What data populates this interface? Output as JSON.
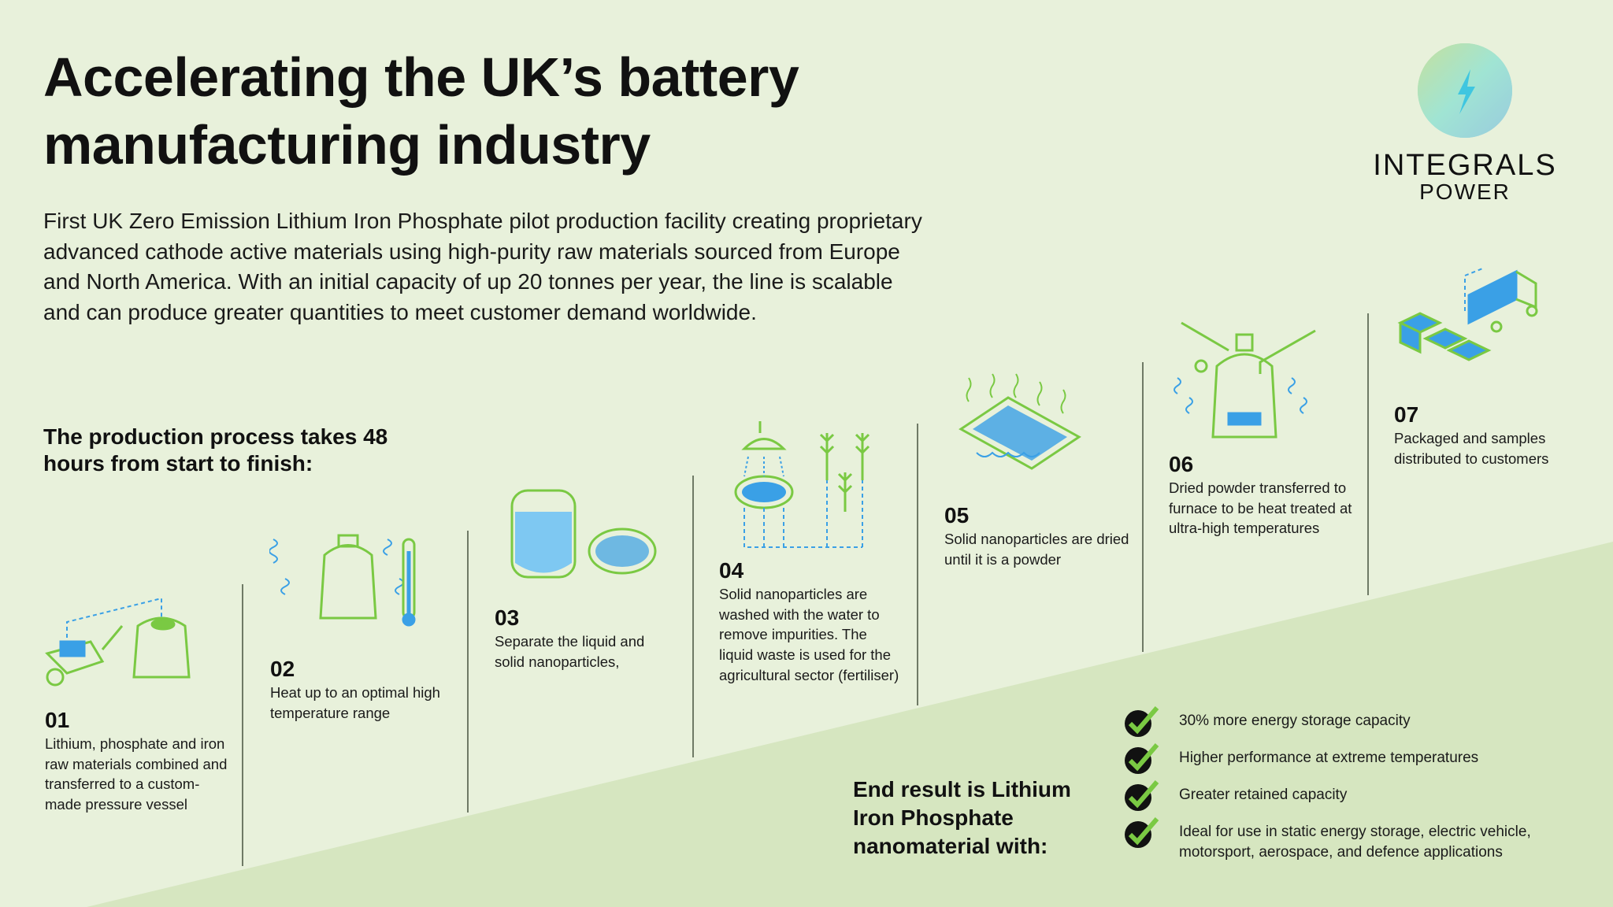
{
  "title": "Accelerating the UK’s battery manufacturing industry",
  "intro": "First UK Zero Emission Lithium Iron Phosphate pilot production facility creating proprietary advanced cathode active materials using high-purity raw materials sourced from Europe and North America. With an initial capacity of up 20 tonnes per year, the line is scalable and can produce greater quantities to meet customer demand worldwide.",
  "process_heading": "The production process takes 48 hours from start to finish:",
  "logo": {
    "line1": "INTEGRALS",
    "line2": "POWER"
  },
  "colors": {
    "background": "#e8f1db",
    "lower_band": "#d6e6c0",
    "green": "#7ac943",
    "blue": "#3aa0e6",
    "text": "#111111"
  },
  "steps": [
    {
      "number": "01",
      "description": "Lithium, phosphate and iron raw materials combined and transferred to a custom-made pressure vessel",
      "icon": "wheelbarrow-vessel-icon"
    },
    {
      "number": "02",
      "description": "Heat up to an optimal high temperature range",
      "icon": "heated-vessel-thermometer-icon"
    },
    {
      "number": "03",
      "description": "Separate the liquid and solid nanoparticles,",
      "icon": "beaker-dish-icon"
    },
    {
      "number": "04",
      "description": "Solid nanoparticles are washed with the water to remove impurities. The liquid waste is used for the agricultural sector (fertiliser)",
      "icon": "shower-wheat-icon"
    },
    {
      "number": "05",
      "description": "Solid nanoparticles are dried until it is a powder",
      "icon": "drying-tray-icon"
    },
    {
      "number": "06",
      "description": "Dried powder transferred to furnace to be heat treated at ultra-high temperatures",
      "icon": "furnace-icon"
    },
    {
      "number": "07",
      "description": "Packaged and samples distributed to customers",
      "icon": "boxes-truck-icon"
    }
  ],
  "end_result": "End result is Lithium Iron Phosphate nanomaterial with:",
  "benefits": [
    "30% more energy storage capacity",
    "Higher performance at extreme temperatures",
    "Greater retained capacity",
    "Ideal for use in static energy storage, electric vehicle, motorsport, aerospace, and defence applications"
  ]
}
